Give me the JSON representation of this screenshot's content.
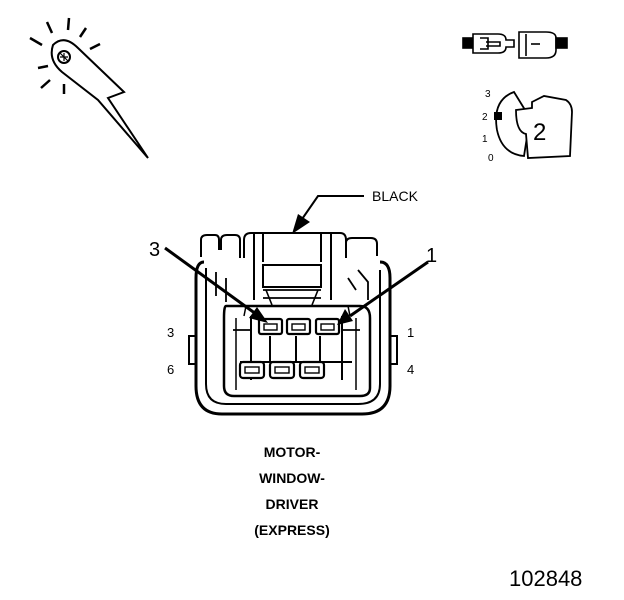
{
  "connector": {
    "color_label": "BLACK",
    "callout_left": "3",
    "callout_right": "1",
    "pin_left_top": "3",
    "pin_left_bottom": "6",
    "pin_right_top": "1",
    "pin_right_bottom": "4"
  },
  "title_lines": [
    "MOTOR-",
    "WINDOW-",
    "DRIVER",
    "(EXPRESS)"
  ],
  "figure_number": "102848",
  "lock_icon": {
    "scale": [
      "3",
      "2",
      "1",
      "0"
    ],
    "position": "2"
  },
  "icons": [
    "probe-tool-icon",
    "connector-pair-icon",
    "connector-lock-position-icon"
  ]
}
